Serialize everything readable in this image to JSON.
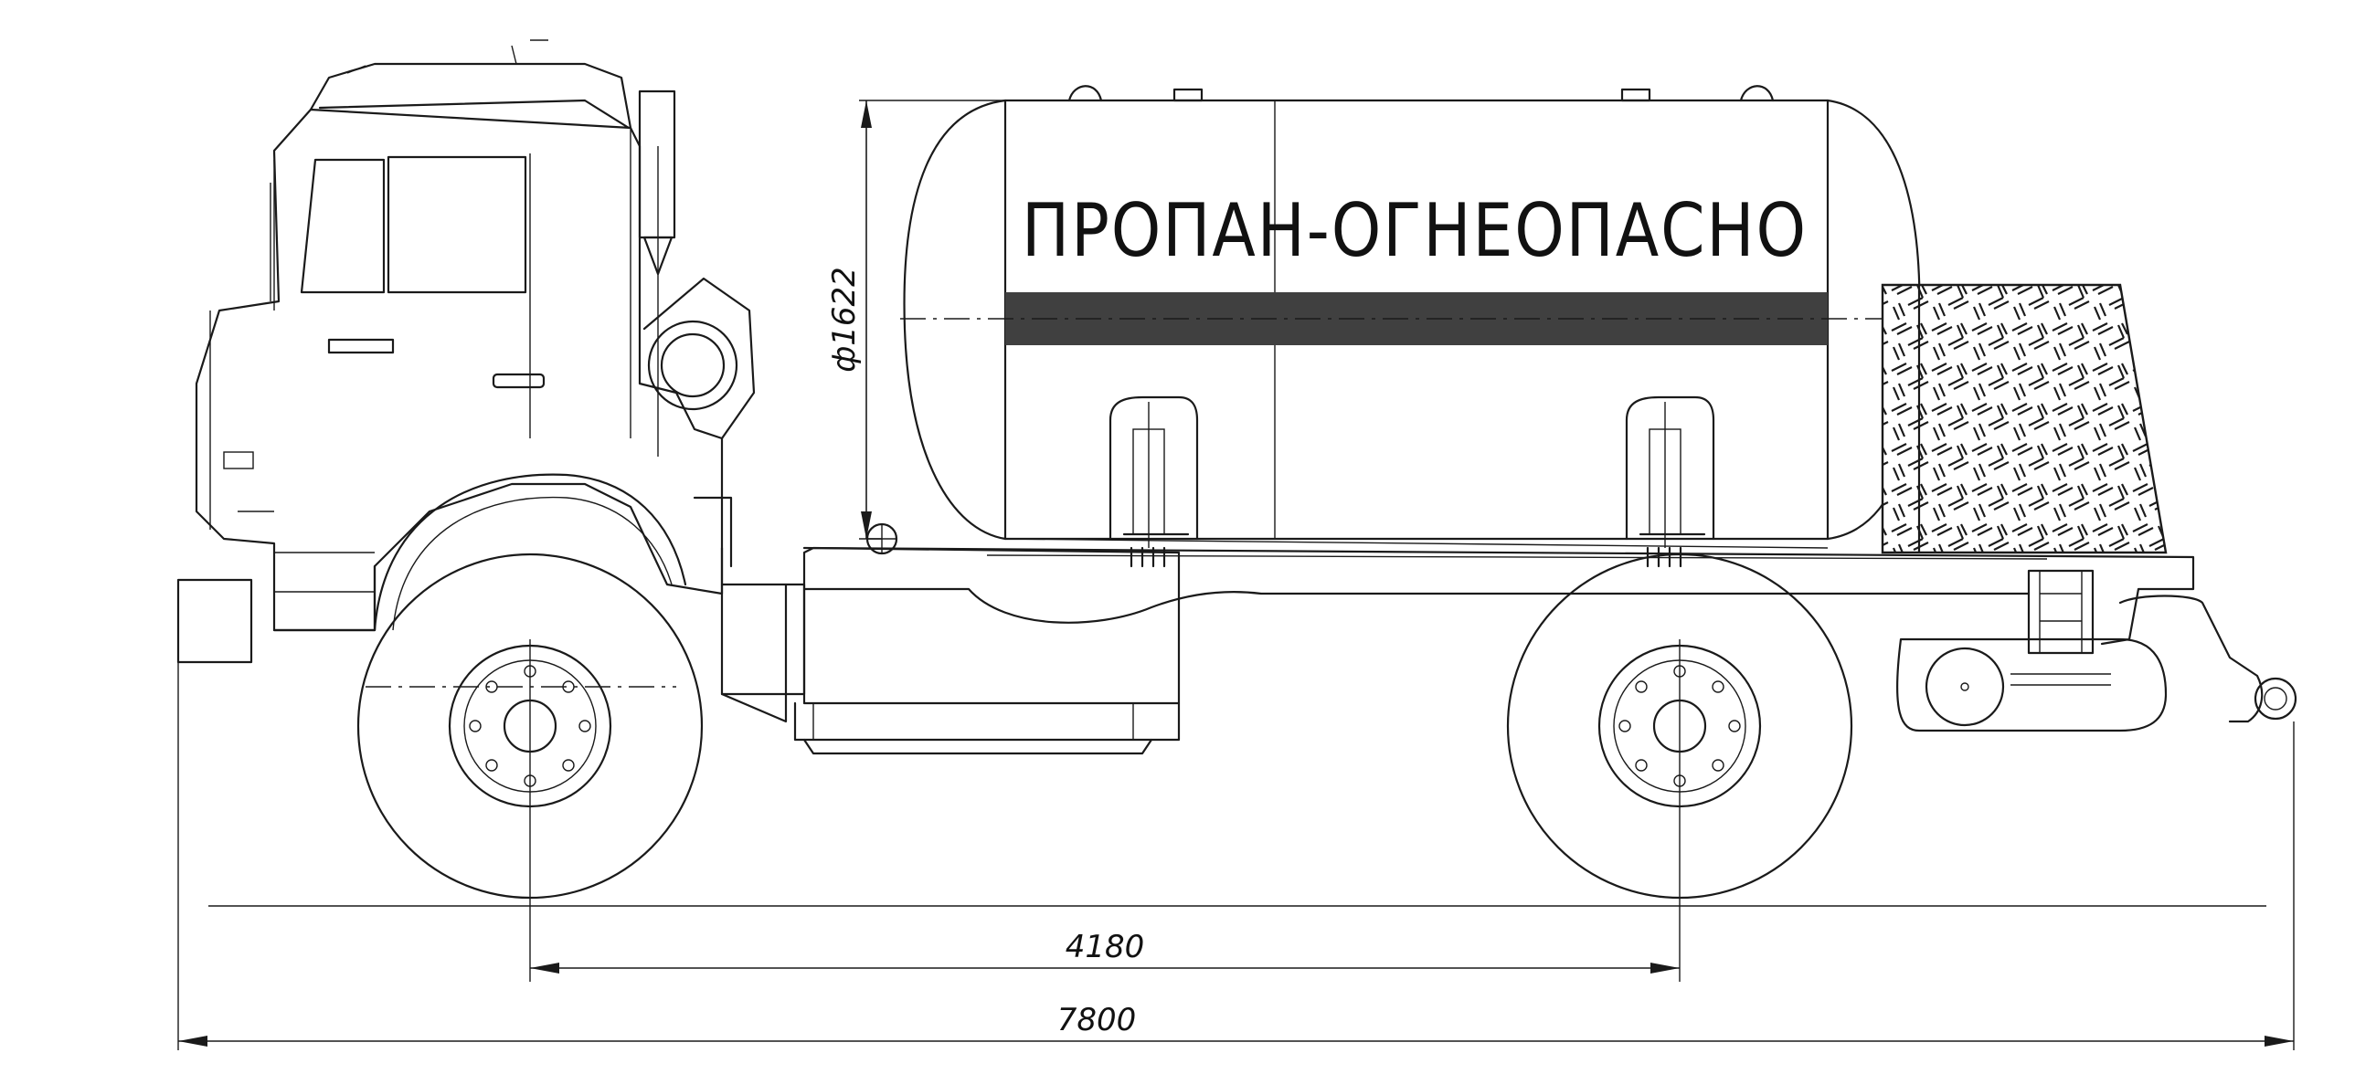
{
  "tank": {
    "label": "ПРОПАН-ОГНЕОПАСНО",
    "stripe_color": "#404040"
  },
  "dimensions": {
    "tank_diameter": "ф1622",
    "wheelbase": "4180",
    "overall_length": "7800"
  },
  "colors": {
    "line": "#1a1a1a",
    "background": "#ffffff"
  }
}
